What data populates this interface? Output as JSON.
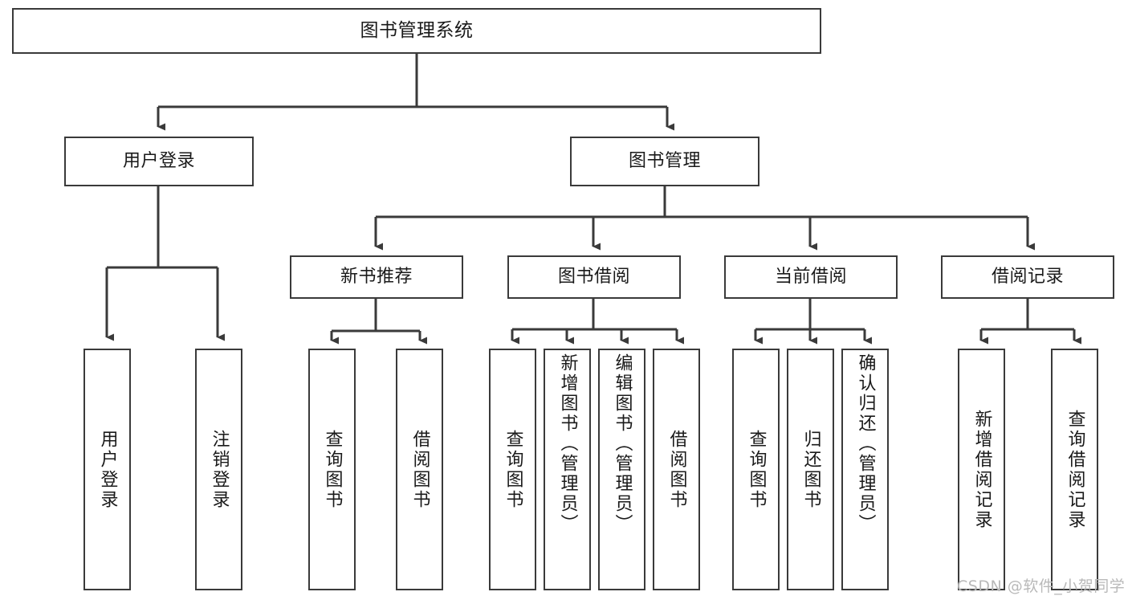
{
  "diagram": {
    "title": "图书管理系统",
    "type": "hierarchy-tree",
    "background_color": "#ffffff",
    "line_color": "#3a3a3a",
    "text_color": "#1a1a1a"
  },
  "nodes": {
    "root": {
      "label": "图书管理系统",
      "level": 0
    },
    "level1": [
      {
        "id": "user-login",
        "label": "用户登录"
      },
      {
        "id": "book-manage",
        "label": "图书管理"
      }
    ],
    "level2": [
      {
        "id": "new-book-rec",
        "label": "新书推荐",
        "parent": "book-manage"
      },
      {
        "id": "book-borrow",
        "label": "图书借阅",
        "parent": "book-manage"
      },
      {
        "id": "current-borrow",
        "label": "当前借阅",
        "parent": "book-manage"
      },
      {
        "id": "borrow-record",
        "label": "借阅记录",
        "parent": "book-manage"
      }
    ],
    "leaves": [
      {
        "id": "leaf-user-login",
        "label": "用户登录",
        "parent": "user-login"
      },
      {
        "id": "leaf-logout",
        "label": "注销登录",
        "parent": "user-login"
      },
      {
        "id": "leaf-query-book-1",
        "label": "查询图书",
        "parent": "new-book-rec"
      },
      {
        "id": "leaf-borrow-book-1",
        "label": "借阅图书",
        "parent": "new-book-rec"
      },
      {
        "id": "leaf-query-book-2",
        "label": "查询图书",
        "parent": "book-borrow"
      },
      {
        "id": "leaf-add-book",
        "label": "新增图书（管理员）",
        "parent": "book-borrow"
      },
      {
        "id": "leaf-edit-book",
        "label": "编辑图书（管理员）",
        "parent": "book-borrow"
      },
      {
        "id": "leaf-borrow-book-2",
        "label": "借阅图书",
        "parent": "book-borrow"
      },
      {
        "id": "leaf-query-book-3",
        "label": "查询图书",
        "parent": "current-borrow"
      },
      {
        "id": "leaf-return-book",
        "label": "归还图书",
        "parent": "current-borrow"
      },
      {
        "id": "leaf-confirm-return",
        "label": "确认归还（管理员）",
        "parent": "current-borrow"
      },
      {
        "id": "leaf-add-record",
        "label": "新增借阅记录",
        "parent": "borrow-record"
      },
      {
        "id": "leaf-query-record",
        "label": "查询借阅记录",
        "parent": "borrow-record"
      }
    ]
  },
  "watermark": {
    "text": "CSDN @软件_小贺同学"
  }
}
